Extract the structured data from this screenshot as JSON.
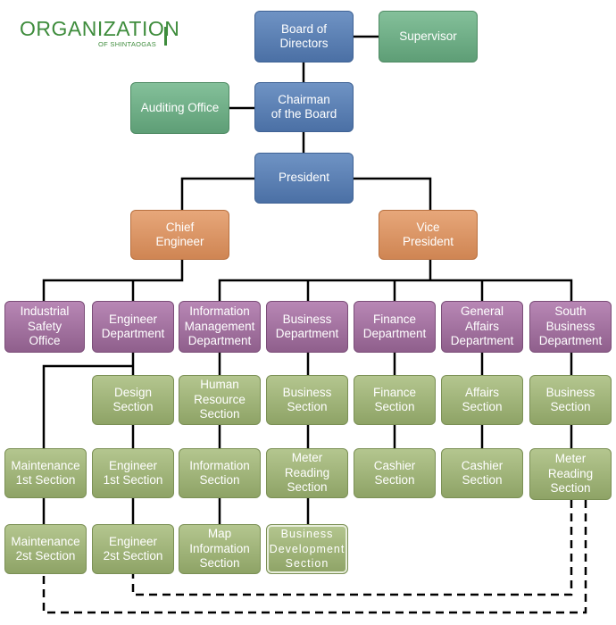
{
  "logo": {
    "title": "ORGANIZATION",
    "subtitle": "OF SHINTAOGAS"
  },
  "nodes": {
    "board": "Board of\nDirectors",
    "supervisor": "Supervisor",
    "chairman": "Chairman\nof the Board",
    "auditing": "Auditing Office",
    "president": "President",
    "chief": "Chief\nEngineer",
    "vice": "Vice\nPresident",
    "safety": "Industrial\nSafety\nOffice",
    "engdept": "Engineer\nDepartment",
    "infodept": "Information\nManagement\nDepartment",
    "bizdept": "Business\nDepartment",
    "findept": "Finance\nDepartment",
    "gadept": "General\nAffairs\nDepartment",
    "southdept": "South\nBusiness\nDepartment",
    "design": "Design\nSection",
    "hr": "Human\nResource\nSection",
    "bizsec": "Business\nSection",
    "finsec": "Finance\nSection",
    "affairs": "Affairs\nSection",
    "southbiz": "Business\nSection",
    "maint1": "Maintenance\n1st Section",
    "eng1": "Engineer\n1st Section",
    "infosec": "Information\nSection",
    "meter1": "Meter\nReading\nSection",
    "cashier1": "Cashier\nSection",
    "cashier2": "Cashier\nSection",
    "meter2": "Meter\nReading\nSection",
    "maint2": "Maintenance\n2st Section",
    "eng2": "Engineer\n2st Section",
    "map": "Map\nInformation\nSection",
    "bizdev": "Business\nDevelopment\nSection"
  },
  "colors": {
    "board": "#5a80b6",
    "green": "#6fae86",
    "orange": "#dc965f",
    "purple": "#a672a3",
    "olive": "#9fb378",
    "line": "#000000",
    "logo": "#3e8c3c"
  }
}
